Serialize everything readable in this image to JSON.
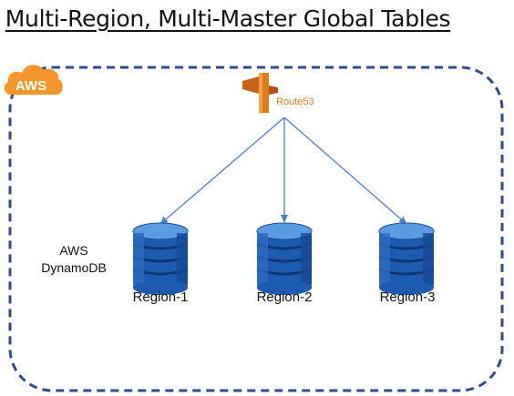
{
  "title": "Multi-Region, Multi-Master Global Tables",
  "aws_badge": "AWS",
  "route53_label": "Route53",
  "dynamodb_label": [
    "AWS",
    "DynamoDB"
  ],
  "regions": [
    "Region-1",
    "Region-2",
    "Region-3"
  ],
  "icons": [
    "aws-cloud-icon",
    "route53-icon",
    "dynamodb-icon"
  ],
  "colors": {
    "boundary": "#2e4c8c",
    "aws_orange": "#f4962b",
    "route53": "#e07b1a",
    "arrow": "#4f7ec6",
    "dynamodb_dark": "#1a4e9a",
    "dynamodb_light": "#3b7fd1"
  }
}
